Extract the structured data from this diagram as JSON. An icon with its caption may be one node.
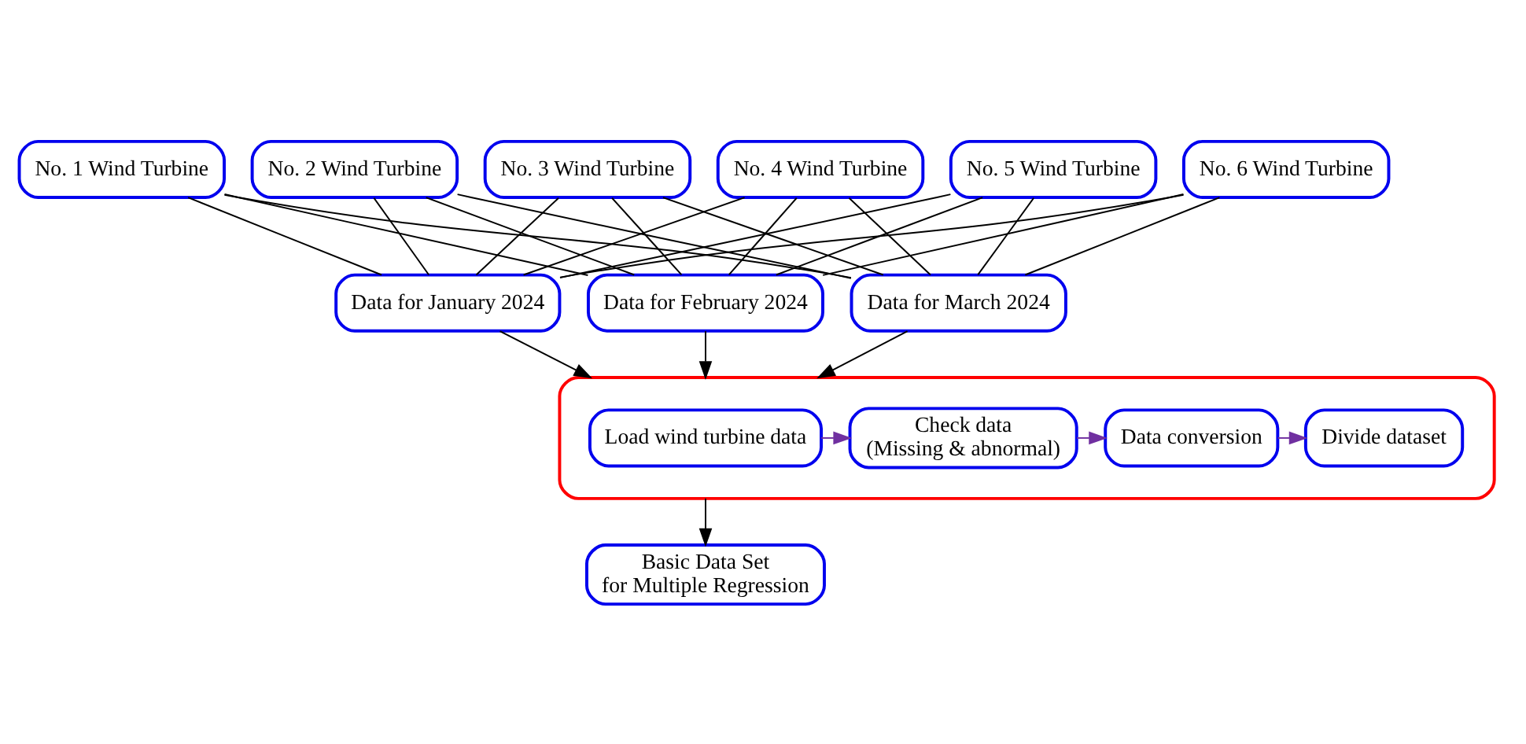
{
  "diagram": {
    "nodes": [
      {
        "text": [
          "No. 1 Wind Turbine"
        ]
      },
      {
        "text": [
          "No. 2 Wind Turbine"
        ]
      },
      {
        "text": [
          "No. 3 Wind Turbine"
        ]
      },
      {
        "text": [
          "No. 4 Wind Turbine"
        ]
      },
      {
        "text": [
          "No. 5 Wind Turbine"
        ]
      },
      {
        "text": [
          "No. 6 Wind Turbine"
        ]
      },
      {
        "text": [
          "Data for January 2024"
        ]
      },
      {
        "text": [
          "Data for February 2024"
        ]
      },
      {
        "text": [
          "Data for March 2024"
        ]
      },
      {
        "text": [],
        "shape": "box"
      },
      {
        "text": [
          "Load wind turbine data"
        ],
        "in": 9
      },
      {
        "text": [
          "Check data (Missing & abnormal)"
        ],
        "in": 9
      },
      {
        "text": [
          "Data conversion"
        ],
        "in": 9
      },
      {
        "text": [
          "Divide dataset"
        ],
        "in": 9
      },
      {
        "text": [
          "Basic Data Set for Multiple Regression"
        ]
      }
    ],
    "edges": [
      {
        "from": 0,
        "to": 6,
        "arrow": "none"
      },
      {
        "from": 0,
        "to": 7,
        "arrow": "none"
      },
      {
        "from": 0,
        "to": 8,
        "arrow": "none"
      },
      {
        "from": 1,
        "to": 6,
        "arrow": "none"
      },
      {
        "from": 1,
        "to": 7,
        "arrow": "none"
      },
      {
        "from": 1,
        "to": 8,
        "arrow": "none"
      },
      {
        "from": 2,
        "to": 6,
        "arrow": "none"
      },
      {
        "from": 2,
        "to": 7,
        "arrow": "none"
      },
      {
        "from": 2,
        "to": 8,
        "arrow": "none"
      },
      {
        "from": 3,
        "to": 6,
        "arrow": "none"
      },
      {
        "from": 3,
        "to": 7,
        "arrow": "none"
      },
      {
        "from": 3,
        "to": 8,
        "arrow": "none"
      },
      {
        "from": 4,
        "to": 6,
        "arrow": "none"
      },
      {
        "from": 4,
        "to": 7,
        "arrow": "none"
      },
      {
        "from": 4,
        "to": 8,
        "arrow": "none"
      },
      {
        "from": 5,
        "to": 6,
        "arrow": "none"
      },
      {
        "from": 5,
        "to": 7,
        "arrow": "none"
      },
      {
        "from": 5,
        "to": 8,
        "arrow": "none"
      },
      {
        "from": 6,
        "to": 9,
        "arrow": "to"
      },
      {
        "from": 7,
        "to": 9,
        "arrow": "to"
      },
      {
        "from": 8,
        "to": 9,
        "arrow": "to"
      },
      {
        "from": 10,
        "to": 11,
        "arrow": "to",
        "color": "#7030a0"
      },
      {
        "from": 11,
        "to": 12,
        "arrow": "to",
        "color": "#7030a0"
      },
      {
        "from": 12,
        "to": 13,
        "arrow": "to",
        "color": "#7030a0"
      },
      {
        "from": 9,
        "to": 14,
        "arrow": "to"
      }
    ]
  }
}
